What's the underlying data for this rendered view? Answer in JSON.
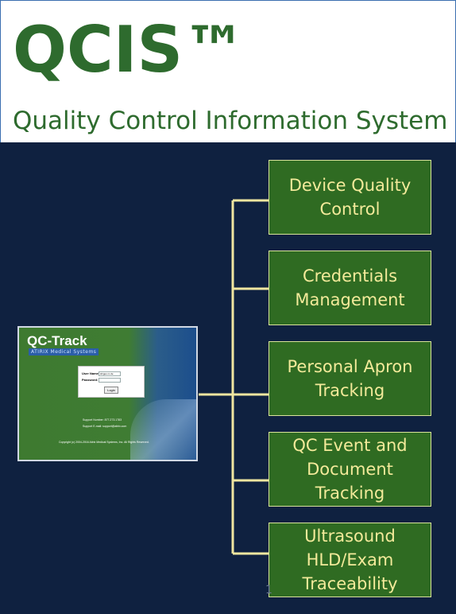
{
  "header": {
    "title": "QCIS™",
    "subtitle": "Quality Control Information System"
  },
  "boxes": [
    {
      "line1": "Device Quality",
      "line2": "Control",
      "line3": ""
    },
    {
      "line1": "Credentials",
      "line2": "Management",
      "line3": ""
    },
    {
      "line1": "Personal Apron",
      "line2": "Tracking",
      "line3": ""
    },
    {
      "line1": "QC Event and",
      "line2": "Document",
      "line3": "Tracking"
    },
    {
      "line1": "Ultrasound",
      "line2": "HLD/Exam",
      "line3": "Traceability"
    }
  ],
  "screenshot": {
    "brand": "QC-Track",
    "brand_sub": "ATIRIX Medical Systems",
    "username_label": "User Name:",
    "username_value": "shigeo.ro.de",
    "password_label": "Password:",
    "login_button": "Login",
    "support_number": "Support Number:  877.273.1783",
    "support_email": "Support E-mail:  support@atirix.com",
    "copyright": "Copyright (c) 2004-2016 Atirix Medical Systems, Inc. All Rights Reserved."
  },
  "page_number": "1",
  "colors": {
    "title_green": "#2e6b2e",
    "navy_background": "#0f2140",
    "box_fill": "#2f6b22",
    "box_text": "#f3ea9a",
    "connector": "#f0e6a0"
  }
}
